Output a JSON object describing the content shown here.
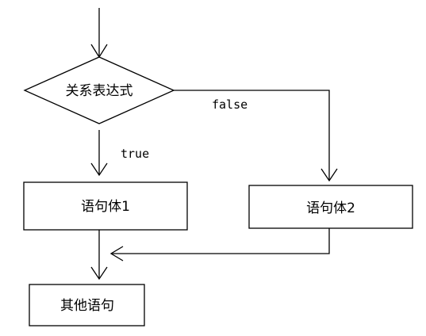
{
  "diagram": {
    "type": "flowchart",
    "nodes": {
      "condition": {
        "shape": "diamond",
        "label": "关系表达式"
      },
      "statement1": {
        "shape": "rectangle",
        "label": "语句体1"
      },
      "statement2": {
        "shape": "rectangle",
        "label": "语句体2"
      },
      "other": {
        "shape": "rectangle",
        "label": "其他语句"
      }
    },
    "edges": [
      {
        "from": "entry",
        "to": "condition",
        "label": ""
      },
      {
        "from": "condition",
        "to": "statement1",
        "label": "true"
      },
      {
        "from": "condition",
        "to": "statement2",
        "label": "false"
      },
      {
        "from": "statement1",
        "to": "other",
        "label": ""
      },
      {
        "from": "statement2",
        "to": "other",
        "label": ""
      }
    ],
    "edge_labels": {
      "true_label": "true",
      "false_label": "false"
    }
  }
}
